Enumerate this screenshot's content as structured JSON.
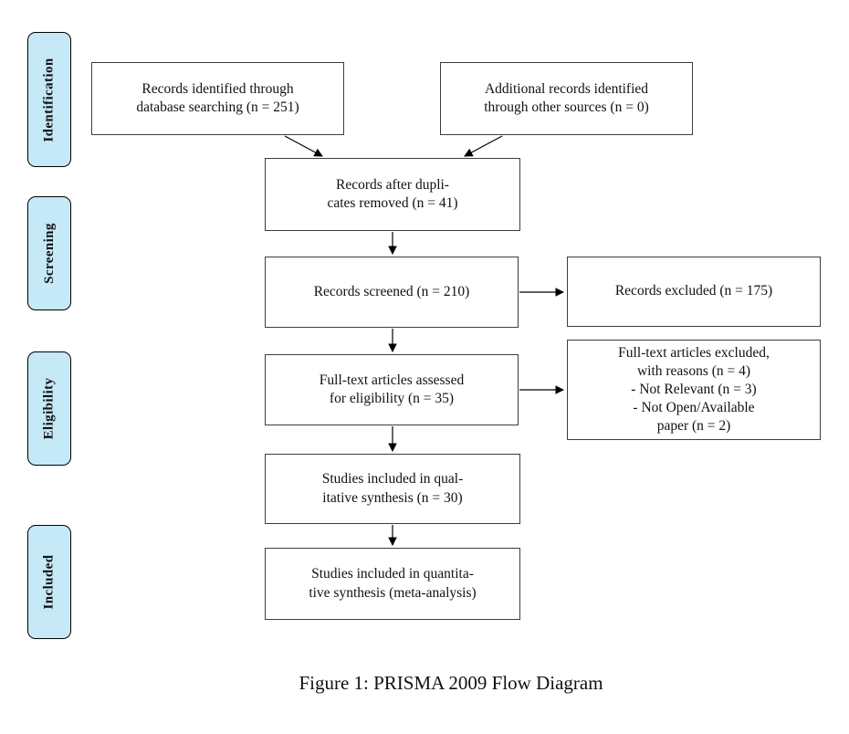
{
  "figure": {
    "caption": "Figure 1: PRISMA 2009 Flow Diagram"
  },
  "colors": {
    "stage_fill": "#c5e9f7",
    "stage_border": "#000000",
    "box_border": "#3d3d3d",
    "arrow": "#000000",
    "text": "#111111",
    "background": "#ffffff"
  },
  "stages": [
    {
      "label": "Identification"
    },
    {
      "label": "Screening"
    },
    {
      "label": "Eligibility"
    },
    {
      "label": "Included"
    }
  ],
  "boxes": {
    "identified": {
      "lines": [
        "Records identified through",
        "database searching (n = 251)"
      ]
    },
    "additional": {
      "lines": [
        "Additional records identified",
        "through other sources (n = 0)"
      ]
    },
    "duplicates": {
      "lines": [
        "Records after dupli-",
        "cates removed (n = 41)"
      ]
    },
    "screened": {
      "lines": [
        "Records screened (n = 210)"
      ]
    },
    "excluded": {
      "lines": [
        "Records excluded (n = 175)"
      ]
    },
    "fulltext": {
      "lines": [
        "Full-text articles assessed",
        "for eligibility (n = 35)"
      ]
    },
    "fulltext_excluded": {
      "lines": [
        "Full-text articles excluded,",
        "with reasons (n = 4)",
        "- Not Relevant (n = 3)",
        "- Not Open/Available",
        "paper (n = 2)"
      ]
    },
    "qualitative": {
      "lines": [
        "Studies included in qual-",
        "itative synthesis (n = 30)"
      ]
    },
    "quantitative": {
      "lines": [
        "Studies included in quantita-",
        "tive synthesis (meta-analysis)"
      ]
    }
  }
}
